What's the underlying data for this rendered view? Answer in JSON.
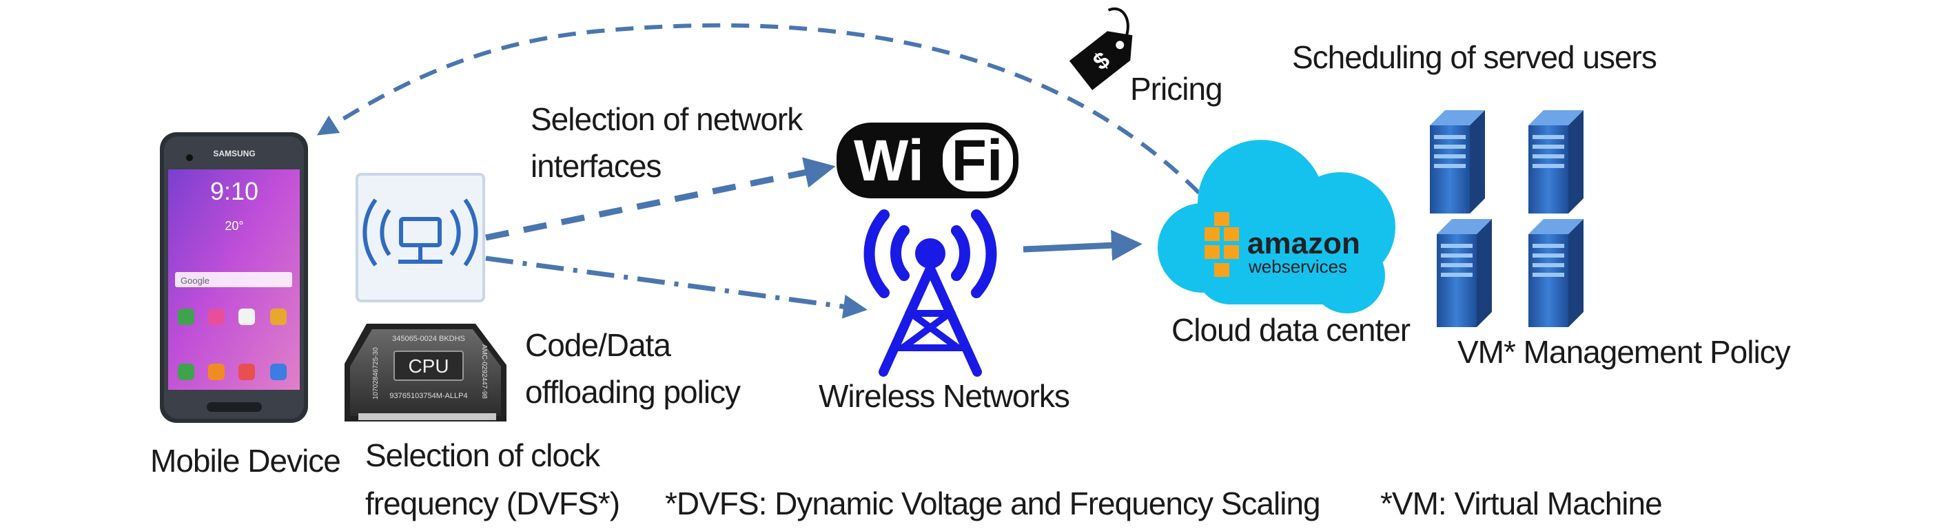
{
  "labels": {
    "mobile_device": "Mobile Device",
    "network_selection_line1": "Selection of network",
    "network_selection_line2": "interfaces",
    "offloading_line1": "Code/Data",
    "offloading_line2": "offloading policy",
    "clock_line1": "Selection of clock",
    "clock_line2": "frequency (DVFS*)",
    "wireless_networks": "Wireless Networks",
    "pricing": "Pricing",
    "scheduling": "Scheduling of served users",
    "cloud_data_center": "Cloud data center",
    "vm_policy": "VM* Management Policy",
    "dvfs_footnote": "*DVFS: Dynamic Voltage and Frequency Scaling",
    "vm_footnote": "*VM: Virtual Machine"
  },
  "phone": {
    "brand": "SAMSUNG",
    "time": "9:10",
    "weather": "20°",
    "search_text": "Google"
  },
  "cpu_chip": {
    "label": "CPU",
    "code_top": "345065-0024 BKDHS",
    "code_bottom": "93765103754M-ALLP4",
    "code_left": "10702846725-30",
    "code_right": "AMC-0292447-98"
  },
  "wifi_logo": {
    "part1": "Wi",
    "part2": "Fi"
  },
  "aws_logo": {
    "line1": "amazon",
    "line2": "webservices"
  },
  "price_tag_symbol": "$",
  "colors": {
    "arrow_blue": "#4a76b0",
    "tower_blue": "#1a1ae6",
    "cloud_cyan": "#15c2ee",
    "server_blue": "#2f6bbf",
    "aws_orange": "#f7a21b"
  }
}
